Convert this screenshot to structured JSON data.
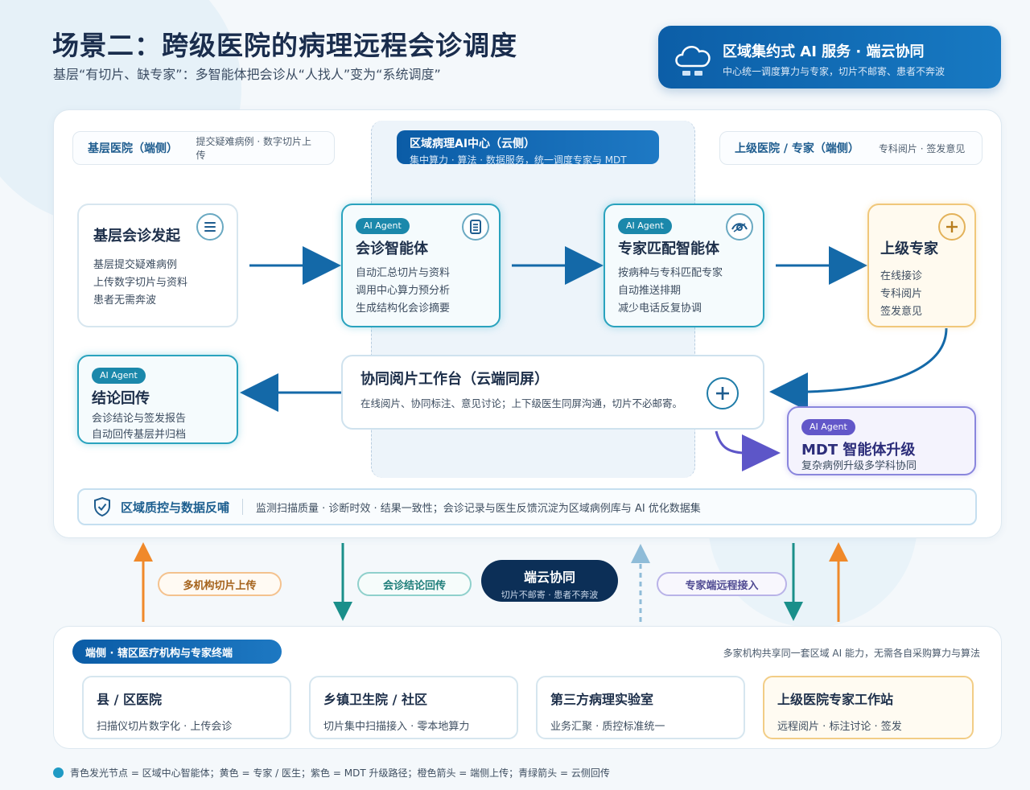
{
  "header": {
    "title": "场景二：跨级医院的病理远程会诊调度",
    "subtitle": "基层“有切片、缺专家”：多智能体把会诊从“人找人”变为“系统调度”"
  },
  "banner": {
    "title": "区域集约式 AI 服务 · 端云协同",
    "subtitle": "中心统一调度算力与专家，切片不邮寄、患者不奔波",
    "icon": "cloud-icon"
  },
  "columns": {
    "left": {
      "title": "基层医院（端侧）",
      "desc": "提交疑难病例 · 数字切片上传"
    },
    "center": {
      "title": "区域病理AI中心（云侧）",
      "desc": "集中算力 · 算法 · 数据服务，统一调度专家与 MDT"
    },
    "right": {
      "title": "上级医院 / 专家（端侧）",
      "desc": "专科阅片 · 签发意见"
    }
  },
  "cards": {
    "initiate": {
      "title": "基层会诊发起",
      "lines": [
        "基层提交疑难病例",
        "上传数字切片与资料",
        "患者无需奔波"
      ],
      "icon": "list-icon"
    },
    "consult_agent": {
      "badge": "AI Agent",
      "title": "会诊智能体",
      "lines": [
        "自动汇总切片与资料",
        "调用中心算力预分析",
        "生成结构化会诊摘要"
      ],
      "icon": "document-icon"
    },
    "match_agent": {
      "badge": "AI Agent",
      "title": "专家匹配智能体",
      "lines": [
        "按病种与专科匹配专家",
        "自动推送排期",
        "减少电话反复协调"
      ],
      "icon": "eye-icon"
    },
    "expert": {
      "title": "上级专家",
      "lines": [
        "在线接诊",
        "专科阅片",
        "签发意见"
      ],
      "icon": "plus-icon"
    },
    "result_agent": {
      "badge": "AI Agent",
      "title": "结论回传",
      "lines": [
        "会诊结论与签发报告",
        "自动回传基层并归档"
      ]
    },
    "workbench": {
      "title": "协同阅片工作台（云端同屏）",
      "desc": "在线阅片、协同标注、意见讨论；上下级医生同屏沟通，切片不必邮寄。",
      "icon": "plus-icon"
    },
    "mdt": {
      "badge": "AI Agent",
      "title": "MDT 智能体升级",
      "desc": "复杂病例升级多学科协同"
    }
  },
  "qc": {
    "title": "区域质控与数据反哺",
    "desc": "监测扫描质量 · 诊断时效 · 结果一致性；会诊记录与医生反馈沉淀为区域病例库与 AI 优化数据集",
    "icon": "shield-check-icon"
  },
  "flows": {
    "upload": "多机构切片上传",
    "return": "会诊结论回传",
    "expert_access": "专家端远程接入",
    "center_title": "端云协同",
    "center_sub": "切片不邮寄 · 患者不奔波"
  },
  "edge": {
    "title": "端侧 · 辖区医疗机构与专家终端",
    "note": "多家机构共享同一套区域 AI 能力，无需各自采购算力与算法",
    "institutions": [
      {
        "title": "县 / 区医院",
        "desc": "扫描仪切片数字化 · 上传会诊"
      },
      {
        "title": "乡镇卫生院 / 社区",
        "desc": "切片集中扫描接入 · 零本地算力"
      },
      {
        "title": "第三方病理实验室",
        "desc": "业务汇聚 · 质控标准统一"
      },
      {
        "title": "上级医院专家工作站",
        "desc": "远程阅片 · 标注讨论 · 签发"
      }
    ]
  },
  "legend": "青色发光节点 = 区域中心智能体；黄色 = 专家 / 医生；紫色 = MDT 升级路径；橙色箭头 = 端侧上传；青绿箭头 = 云侧回传",
  "colors": {
    "primary": "#0c5ea7",
    "agent": "#2aa3be",
    "expert": "#f0c77a",
    "mdt": "#8a86dd",
    "upload": "#f0892a",
    "return": "#1a8f8a"
  }
}
